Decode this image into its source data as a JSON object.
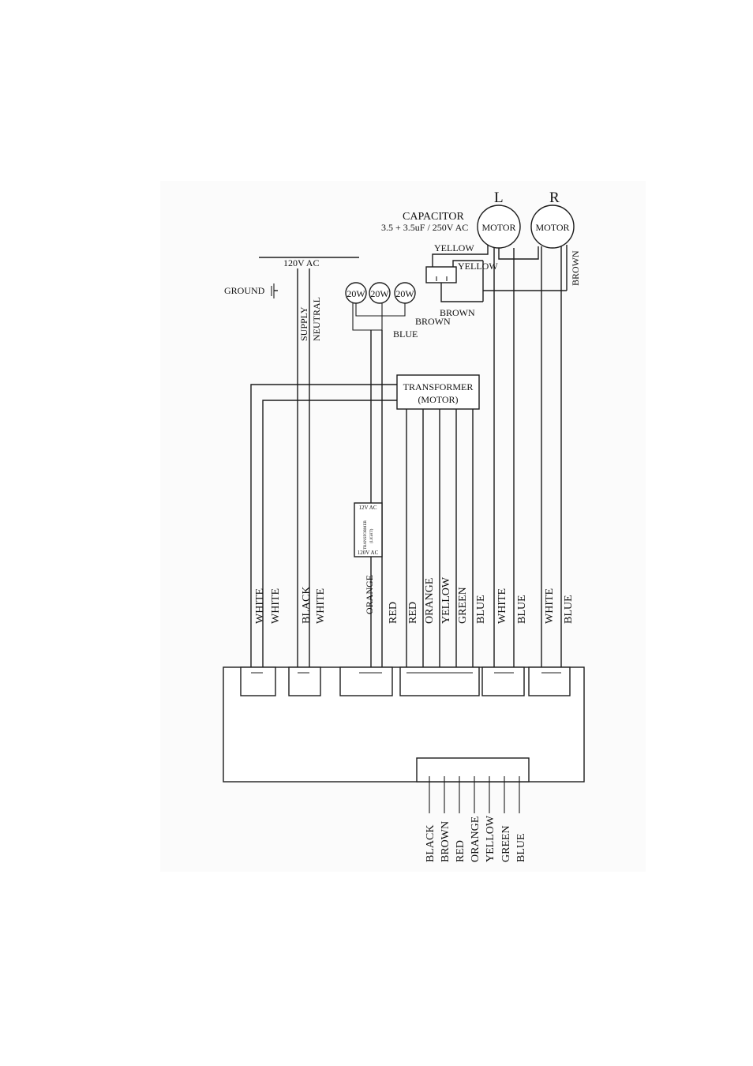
{
  "header": {
    "motor_left": "L",
    "motor_right": "R"
  },
  "capacitor": {
    "title": "CAPACITOR",
    "rating": "3.5 + 3.5uF / 250V AC"
  },
  "motors": {
    "left_label": "MOTOR",
    "right_label": "MOTOR"
  },
  "supply": {
    "voltage": "120V AC",
    "ground": "GROUND",
    "supply": "SUPPLY",
    "neutral": "NEUTRAL"
  },
  "lamps": {
    "lamp1": "20W",
    "lamp2": "20W",
    "lamp3": "20W"
  },
  "wire_labels": {
    "yellow_top": "YELLOW",
    "yellow_cap": "YELLOW",
    "brown_cap": "BROWN",
    "brown_lamps": "BROWN",
    "blue_lamps": "BLUE",
    "brown_motor": "BROWN"
  },
  "transformer_motor": {
    "line1": "TRANSFORMER",
    "line2": "(MOTOR)"
  },
  "transformer_light": {
    "top": "12V AC",
    "name": "TRANSFORMER",
    "sub": "(LIGHT)",
    "bottom": "120V AC"
  },
  "terminal_wires": [
    "WHITE",
    "WHITE",
    "BLACK",
    "WHITE",
    "ORANGE",
    "RED",
    "RED",
    "ORANGE",
    "YELLOW",
    "GREEN",
    "BLUE",
    "WHITE",
    "BLUE",
    "WHITE",
    "BLUE"
  ],
  "bottom_wires": [
    "BLACK",
    "BROWN",
    "RED",
    "ORANGE",
    "YELLOW",
    "GREEN",
    "BLUE"
  ]
}
